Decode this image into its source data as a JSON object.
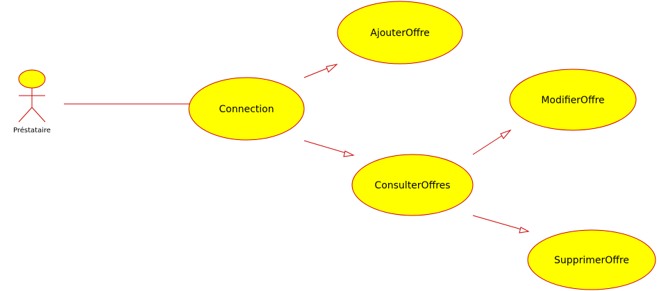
{
  "diagram": {
    "type": "use-case",
    "colors": {
      "line": "#cc0000",
      "fill": "#ffff00",
      "text": "#000000",
      "background": "#ffffff"
    },
    "actor": {
      "name": "Préstataire"
    },
    "use_cases": [
      {
        "id": "connection",
        "label": "Connection"
      },
      {
        "id": "ajouter",
        "label": "AjouterOffre"
      },
      {
        "id": "consulter",
        "label": "ConsulterOffres"
      },
      {
        "id": "modifier",
        "label": "ModifierOffre"
      },
      {
        "id": "supprimer",
        "label": "SupprimerOffre"
      }
    ],
    "relations": [
      {
        "from": "Préstataire",
        "to": "Connection",
        "kind": "association"
      },
      {
        "from": "Connection",
        "to": "AjouterOffre",
        "kind": "arrow"
      },
      {
        "from": "Connection",
        "to": "ConsulterOffres",
        "kind": "arrow"
      },
      {
        "from": "ConsulterOffres",
        "to": "ModifierOffre",
        "kind": "arrow"
      },
      {
        "from": "ConsulterOffres",
        "to": "SupprimerOffre",
        "kind": "arrow"
      }
    ]
  }
}
